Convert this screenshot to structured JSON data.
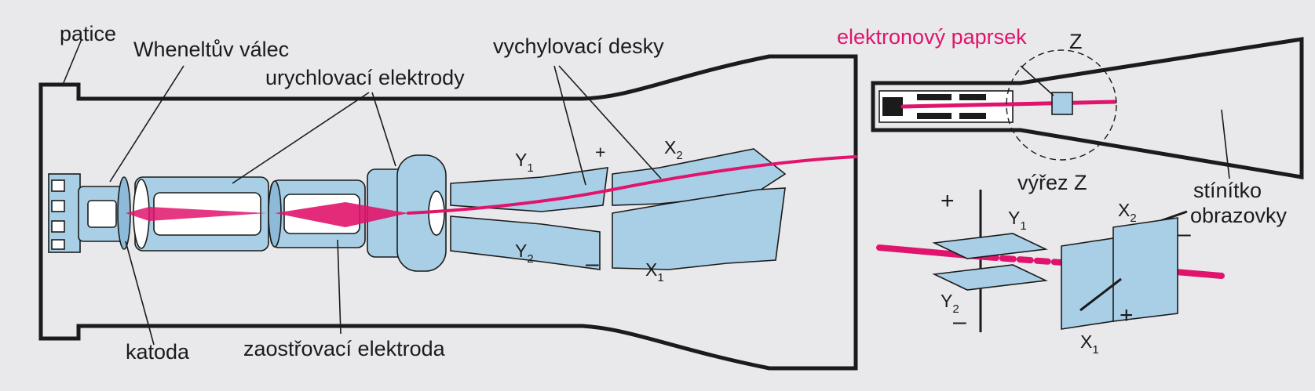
{
  "colors": {
    "background": "#e9e9ec",
    "metal_parts": "#a9cfe6",
    "electron_beam": "#e0146c",
    "outline": "#1b1b1b"
  },
  "labels": {
    "patice": "patice",
    "wehnelt": "Wheneltův válec",
    "urychlovaci": "urychlovací elektrody",
    "vychylovaci": "vychylovací desky",
    "katoda": "katoda",
    "zaostrovaci": "zaostřovací elektroda",
    "paprsek": "elektronový paprsek",
    "vyrez": "výřez Z",
    "stinitko_1": "stínítko",
    "stinitko_2": "obrazovky",
    "z": "Z"
  },
  "plates": {
    "letter_y": "Y",
    "letter_x": "X",
    "sub_1": "1",
    "sub_2": "2"
  },
  "signs": {
    "plus": "+",
    "minus": "–"
  }
}
